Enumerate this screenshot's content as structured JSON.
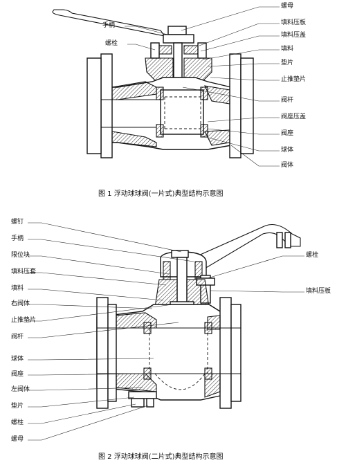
{
  "figure1": {
    "caption": "图 1  浮动球球阀(一片式)典型结构示意图",
    "labels": [
      "螺母",
      "手柄",
      "填料压板",
      "螺栓",
      "填料压盖",
      "填料",
      "垫片",
      "止推垫片",
      "阀杆",
      "阀座压盖",
      "阀座",
      "球体",
      "阀体"
    ]
  },
  "figure2": {
    "caption": "图 2  浮动球球阀(二片式)典型结构示意图",
    "labels_left": [
      "螺钉",
      "手柄",
      "限位块",
      "填料压套",
      "填料",
      "右阀体",
      "止推垫片",
      "阀杆",
      "球体",
      "阀座",
      "左阀体",
      "垫片",
      "螺柱",
      "螺母"
    ],
    "labels_right": [
      "螺栓",
      "填料压板"
    ]
  }
}
